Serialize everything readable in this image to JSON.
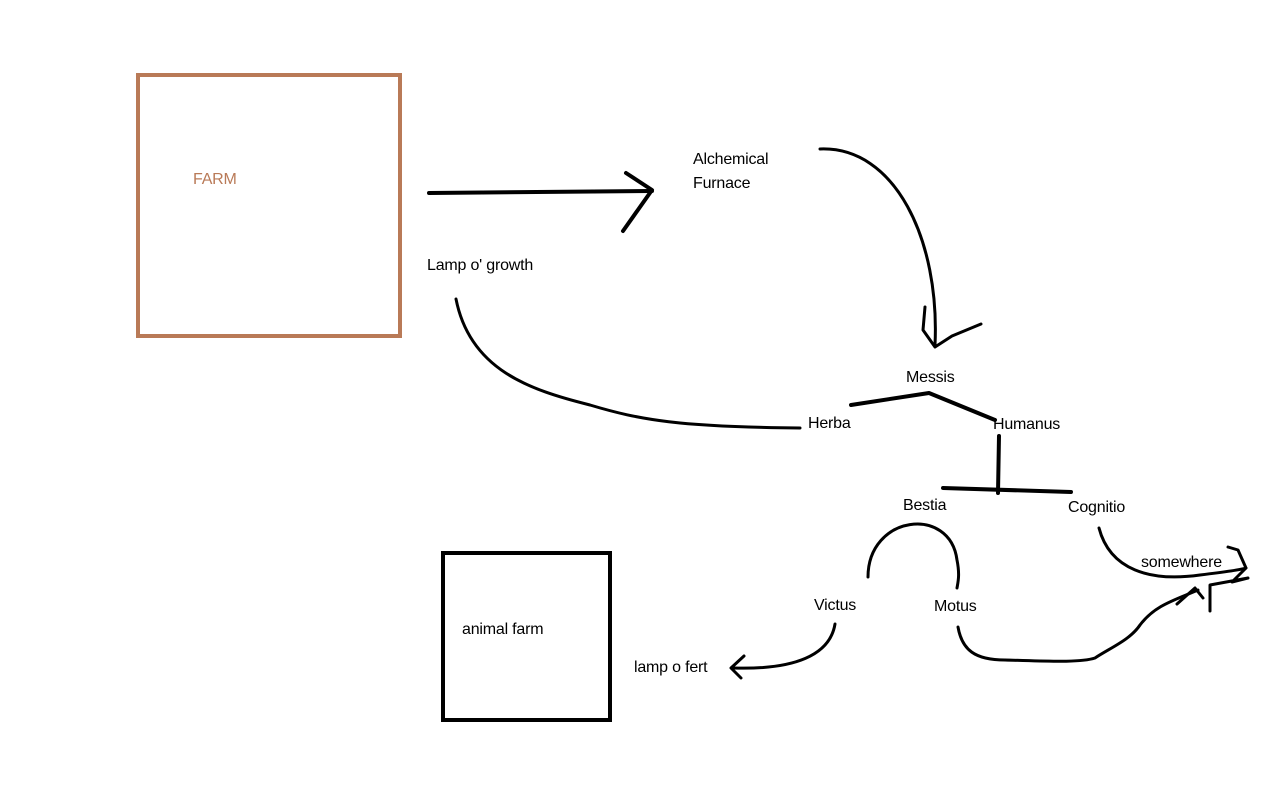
{
  "diagram": {
    "colors": {
      "farm": "#b97a57",
      "ink": "#000000",
      "background": "#ffffff"
    },
    "nodes": {
      "farm": "FARM",
      "furnace_line1": "Alchemical",
      "furnace_line2": "Furnace",
      "lamp_growth": "Lamp o' growth",
      "messis": "Messis",
      "herba": "Herba",
      "humanus": "Humanus",
      "bestia": "Bestia",
      "cognitio": "Cognitio",
      "somewhere": "somewhere",
      "victus": "Victus",
      "motus": "Motus",
      "animal_farm": "animal farm",
      "lamp_fert": "lamp o fert"
    }
  }
}
